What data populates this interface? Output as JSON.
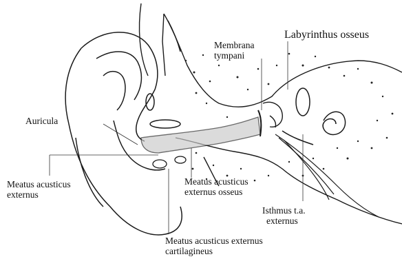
{
  "labels": {
    "labyrinthus_osseus": "Labyrinthus osseus",
    "membrana_tympani": [
      "Membrana",
      "tympani"
    ],
    "auricula": "Auricula",
    "meatus_acusticus_externus": [
      "Meatus acusticus",
      "externus"
    ],
    "meatus_acusticus_externus_osseus": [
      "Meatus acusticus",
      "externus osseus"
    ],
    "isthmus": [
      "Isthmus t.a.",
      "externus"
    ],
    "meatus_cartilagineus": [
      "Meatus acusticus externus",
      "cartilagineus"
    ]
  },
  "colors": {
    "ink": "#1a1a1a",
    "shade": "#c8c8c8",
    "bone_dot": "#222222"
  }
}
